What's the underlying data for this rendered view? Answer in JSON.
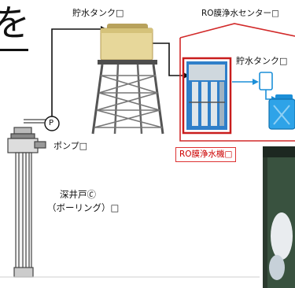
{
  "header_glyph": "を",
  "labels": {
    "storage_tank_top": "貯水タンク□",
    "ro_center": "RO膜浄水センター□",
    "storage_tank_right": "貯水タンク□",
    "pump_letter": "P",
    "pump": "ポンプ□",
    "well_line1": "深井戸🄫",
    "well_line2": "（ボーリング）□",
    "ro_machine": "RO膜浄水機□"
  },
  "colors": {
    "red": "#d22a2a",
    "blue": "#1c8fd8",
    "tank_beige": "#e7d79a",
    "tower_gray": "#6f6f6f"
  },
  "icons": [
    "tank-icon",
    "tower-icon",
    "pump-icon",
    "water-can-icon",
    "ro-machine-icon",
    "well-pipe-icon"
  ]
}
